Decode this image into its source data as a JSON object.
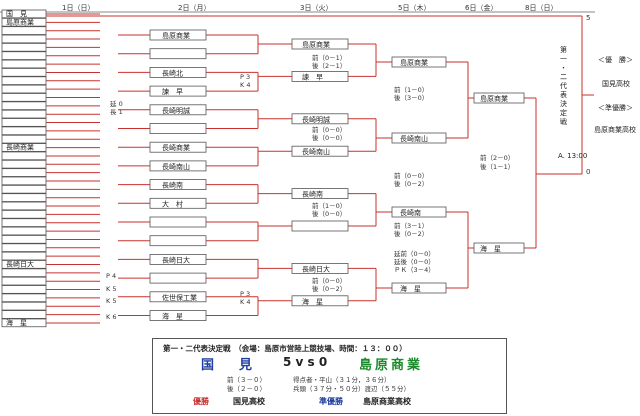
{
  "headers": [
    "1日（日）",
    "2日（月）",
    "3日（火）",
    "5日（木）",
    "6日（金）",
    "8日（日）"
  ],
  "first_round_teams": [
    "国　見",
    "島原商業",
    "",
    "",
    "",
    "",
    "",
    "",
    "",
    "",
    "",
    "",
    "",
    "",
    "",
    "",
    "長崎商業",
    "",
    "",
    "",
    "",
    "",
    "",
    "",
    "",
    "",
    "",
    "",
    "",
    "",
    "長崎日大",
    "",
    "",
    "",
    "",
    "",
    "",
    "海　星"
  ],
  "second_round_teams": [
    "島原商業",
    "",
    "長崎北",
    "諫　早",
    "長崎明誠",
    "",
    "長崎商業",
    "長崎南山",
    "長崎南",
    "大　村",
    "",
    "",
    "長崎日大",
    "",
    "佐世保工業",
    "海　星"
  ],
  "third_round_teams": [
    "島原商業",
    "諫　早",
    "長崎明誠",
    "長崎南山",
    "長崎南",
    "",
    "長崎日大",
    "海　星"
  ],
  "qf_teams": [
    "島原商業",
    "長崎南山",
    "長崎南",
    "海　星"
  ],
  "sf_teams": [
    "島原商業",
    "海　星"
  ],
  "pk_labels": [
    "P 3",
    "K 4",
    "P 3",
    "K 4",
    "P 4",
    "K 5",
    "K 5",
    "K 6"
  ],
  "extra_labels": [
    "延 0",
    "長 1"
  ],
  "r3_notes": [
    "前（0－1）",
    "後（2－1）",
    "前（0－0）",
    "後（0－0）",
    "前（1－0）",
    "後（0－0）",
    "前（0－0）",
    "後（0－2）"
  ],
  "qf_notes": [
    "前（1－0）",
    "後（3－0）",
    "前（0－0）",
    "後（0－2）",
    "前（3－1）",
    "後（0－2）",
    "延前（0－0）",
    "延後（0－0）",
    "ＰＫ（3－4）"
  ],
  "final_notes": [
    "前（2－0）",
    "後（1－1）"
  ],
  "right": {
    "title": "第一・二代表決定戦",
    "time": "A. 13:00",
    "win_label": "＜優　勝＞",
    "win_team": "国見高校",
    "ru_label": "＜準優勝＞",
    "ru_team": "島原商業高校",
    "r1_score": "5",
    "r2_score": "0"
  },
  "final": {
    "title": "第一・二代表決定戦　（会場：島原市営陸上競技場、時間：１３：００）",
    "team1": "国　見",
    "team2": "島原商業",
    "score": "5 v s 0",
    "note1": "前（３－０）",
    "note2": "後（２－０）",
    "note3": "得点者・平山（３１分，３６分）",
    "note4": "兵頭（３７分・５０分）渡辺（５５分）",
    "winner_label": "優勝",
    "winner": "国見高校",
    "runnerup_label": "準優勝",
    "runnerup": "島原商業高校"
  }
}
